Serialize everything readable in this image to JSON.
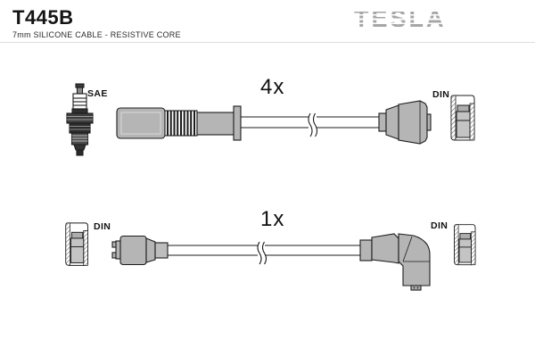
{
  "header": {
    "part_number": "T445B",
    "subtitle": "7mm SILICONE CABLE - RESISTIVE CORE",
    "brand_logo": "TESLA"
  },
  "diagram": {
    "cable_4x": {
      "quantity": "4x",
      "left_terminal": "SAE",
      "right_terminal": "DIN"
    },
    "cable_1x": {
      "quantity": "1x",
      "left_terminal": "DIN",
      "right_terminal": "DIN"
    }
  },
  "icons": {
    "spark_plug": "spark-plug-icon",
    "din_socket": "din-connector-icon"
  },
  "colors": {
    "connector_gray": "#b5b5b5",
    "connector_light": "#c4c4c4",
    "outline": "#1c1c1c",
    "logo_gray": "#a6a6a6",
    "divider": "#dedede",
    "background": "#ffffff"
  }
}
